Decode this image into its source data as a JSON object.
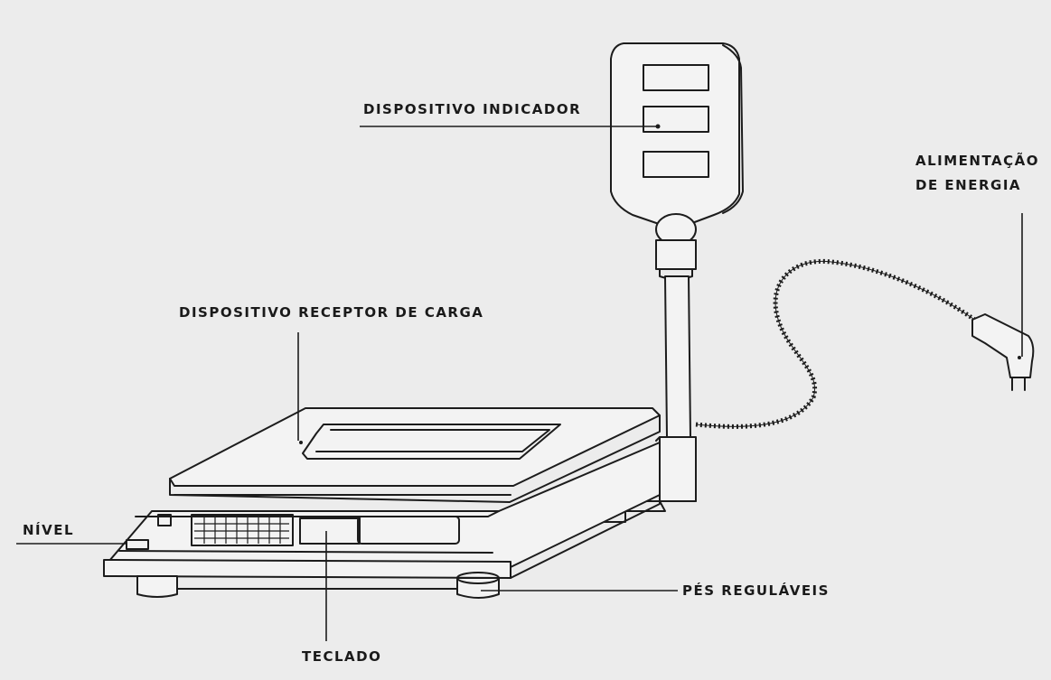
{
  "labels": {
    "indicador": "DISPOSITIVO INDICADOR",
    "alimentacao_1": "ALIMENTAÇÃO",
    "alimentacao_2": "DE ENERGIA",
    "receptor": "DISPOSITIVO RECEPTOR DE CARGA",
    "nivel": "NÍVEL",
    "pes": "PÉS REGULÁVEIS",
    "teclado": "TECLADO"
  },
  "colors": {
    "paper": "#ececec",
    "ink": "#1c1c1c"
  }
}
